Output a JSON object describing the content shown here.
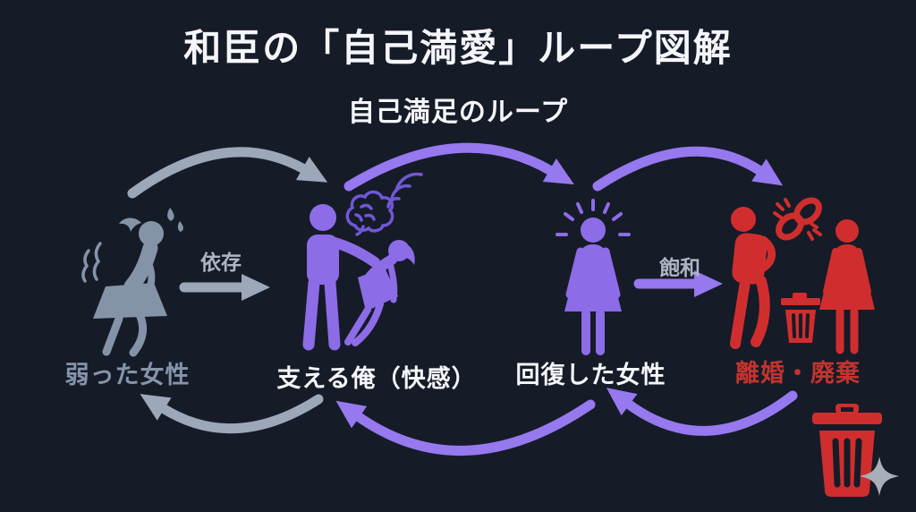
{
  "title": "和臣の「自己満愛」ループ図解",
  "subtitle": "自己満足のループ",
  "flow": {
    "dependence_arrow_label": "依存",
    "saturation_arrow_label": "飽和",
    "stages": [
      {
        "id": "weakened-woman",
        "label": "弱った女性"
      },
      {
        "id": "supporting-me",
        "label": "支える俺（快感）"
      },
      {
        "id": "recovered-woman",
        "label": "回復した女性"
      },
      {
        "id": "divorce-discard",
        "label": "離婚・廃棄"
      }
    ]
  },
  "icons": [
    "weakened-woman-figure",
    "sweat-drops-icon",
    "tremble-lines-icon",
    "supporting-man-figure",
    "brain-signal-icon",
    "recovered-woman-figure",
    "radiance-icon",
    "divorced-man-figure",
    "divorced-woman-figure",
    "broken-chain-icon",
    "small-trash-icon",
    "big-trash-icon",
    "sparkle-icon"
  ],
  "colors": {
    "background": "#161b28",
    "white": "#f4f6fa",
    "gray_arrow": "#9ca8b8",
    "gray_figure": "#8593a8",
    "gray_label": "#8494aa",
    "muted_label": "#adb5c2",
    "purple_figure": "#8d6ce7",
    "purple_arrow": "#9678ef",
    "purple_dark": "#6f58d6",
    "red": "#d02e2e",
    "red_label": "#c2342e",
    "sparkle": "#a9aeb8"
  }
}
